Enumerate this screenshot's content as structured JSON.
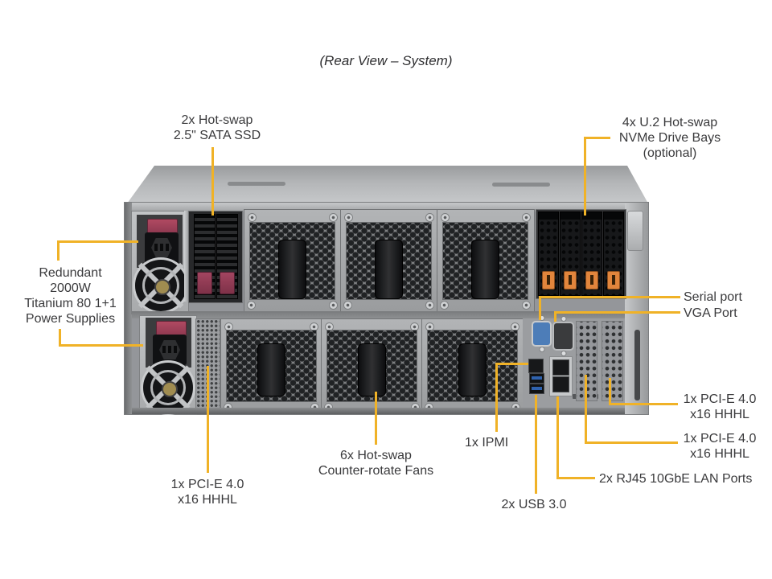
{
  "page": {
    "title": "(Rear View – System)"
  },
  "colors": {
    "callout_line": "#F0B227",
    "label_text": "#3A3A3C",
    "nvme_latch_orange": "#E2853C",
    "psu_clip_maroon": "#9E4158",
    "serial_port_blue": "#4D7DB8",
    "usb_blue": "#2F62AE",
    "chassis_gray": "#94969A"
  },
  "labels": {
    "ssd": {
      "lines": [
        "2x Hot-swap",
        "2.5\" SATA SSD"
      ]
    },
    "nvme": {
      "lines": [
        "4x U.2 Hot-swap",
        "NVMe Drive Bays",
        "(optional)"
      ]
    },
    "psu": {
      "lines": [
        "Redundant",
        "2000W",
        "Titanium 80 1+1",
        "Power Supplies"
      ]
    },
    "serial": "Serial port",
    "vga": "VGA Port",
    "pcie_right_1": {
      "lines": [
        "1x PCI-E 4.0",
        "x16 HHHL"
      ]
    },
    "pcie_right_2": {
      "lines": [
        "1x PCI-E 4.0",
        "x16 HHHL"
      ]
    },
    "ipmi": "1x IPMI",
    "lan": "2x RJ45 10GbE LAN Ports",
    "usb": "2x USB 3.0",
    "fans": {
      "lines": [
        "6x Hot-swap",
        "Counter-rotate Fans"
      ]
    },
    "pcie_bottom_left": {
      "lines": [
        "1x PCI-E 4.0",
        "x16 HHHL"
      ]
    }
  }
}
